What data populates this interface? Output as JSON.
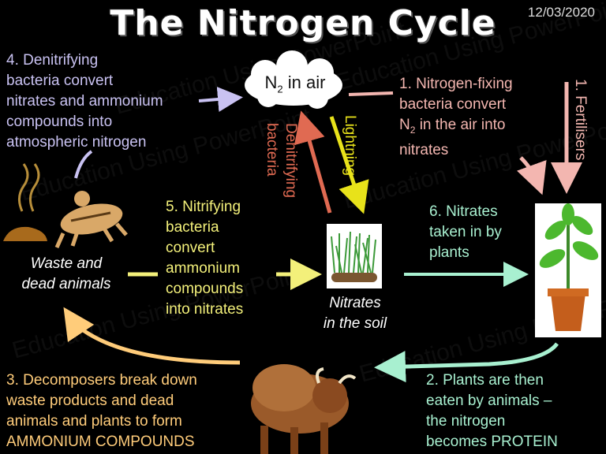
{
  "title": "The Nitrogen Cycle",
  "date": "12/03/2020",
  "watermark": "Education Using PowerPoint",
  "cloud": {
    "label_pre": "N",
    "label_sub": "2",
    "label_post": " in air"
  },
  "steps": {
    "denitrifying_text": [
      "4.  Denitrifying",
      "bacteria convert",
      "nitrates and ammonium",
      "compounds into",
      "atmospheric nitrogen"
    ],
    "fixing_text_1": "1.  Nitrogen-fixing",
    "fixing_text_2": "bacteria convert",
    "fixing_text_3_pre": "N",
    "fixing_text_3_sub": "2",
    "fixing_text_3_post": " in the air into",
    "fixing_text_4": "nitrates",
    "fertilisers": "1. Fertilisers",
    "denitrifying_vertical": [
      "Denitrifying",
      "bacteria"
    ],
    "lightning": "Lightning",
    "waste_label": [
      "Waste and",
      "dead animals"
    ],
    "nitrifying_text": [
      "5. Nitrifying",
      "bacteria",
      "convert",
      "ammonium",
      "compounds",
      "into nitrates"
    ],
    "nitrates_taken": [
      "6. Nitrates",
      "taken in by",
      "plants"
    ],
    "soil_label": [
      "Nitrates",
      "in the soil"
    ],
    "decomposers_text": [
      "3.  Decomposers break down",
      "waste products and dead",
      "animals and plants to form",
      "AMMONIUM COMPOUNDS"
    ],
    "plants_eaten": [
      "2.  Plants are then",
      "eaten by animals –",
      "the nitrogen",
      "becomes PROTEIN"
    ]
  },
  "colors": {
    "purple": "#c9c2f2",
    "pink": "#f3b6b0",
    "yellow": "#f3f07a",
    "green": "#a8f0d0",
    "orange": "#ffcc7a",
    "salmon": "#e06a52",
    "lightning": "#e8e21a"
  }
}
